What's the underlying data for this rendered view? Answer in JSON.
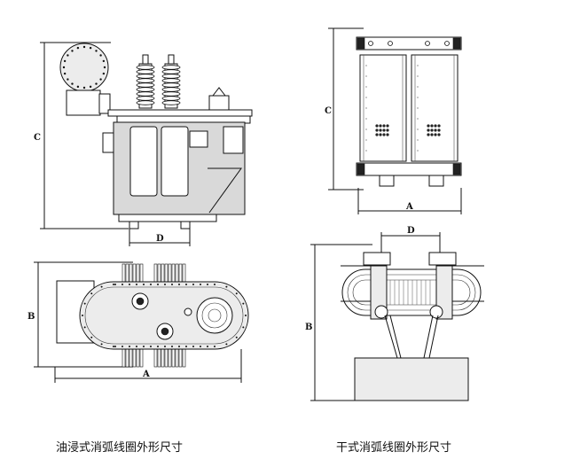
{
  "captions": {
    "oil": "油浸式消弧线圈外形尺寸",
    "dry": "干式消弧线圈外形尺寸"
  },
  "dims": {
    "oil_front_height": "C",
    "oil_front_depth": "D",
    "oil_top_width": "B",
    "oil_top_length": "A",
    "dry_front_height": "C",
    "dry_front_length": "A",
    "dry_top_depth": "D",
    "dry_top_width": "B"
  }
}
